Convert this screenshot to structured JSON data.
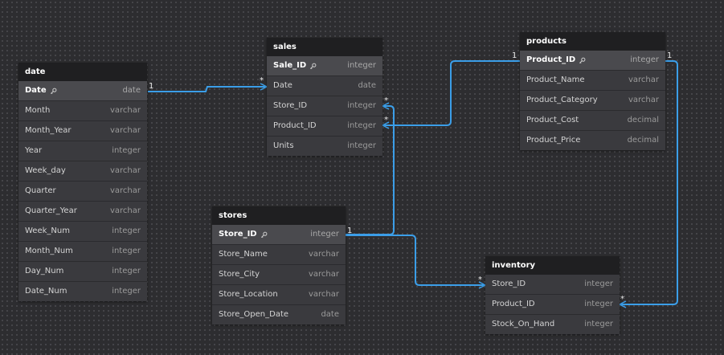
{
  "tables": {
    "date": {
      "title": "date",
      "rows": [
        {
          "name": "Date",
          "type": "date",
          "pk": true
        },
        {
          "name": "Month",
          "type": "varchar"
        },
        {
          "name": "Month_Year",
          "type": "varchar"
        },
        {
          "name": "Year",
          "type": "integer"
        },
        {
          "name": "Week_day",
          "type": "varchar"
        },
        {
          "name": "Quarter",
          "type": "varchar"
        },
        {
          "name": "Quarter_Year",
          "type": "varchar"
        },
        {
          "name": "Week_Num",
          "type": "integer"
        },
        {
          "name": "Month_Num",
          "type": "integer"
        },
        {
          "name": "Day_Num",
          "type": "integer"
        },
        {
          "name": "Date_Num",
          "type": "integer"
        }
      ]
    },
    "sales": {
      "title": "sales",
      "rows": [
        {
          "name": "Sale_ID",
          "type": "integer",
          "pk": true
        },
        {
          "name": "Date",
          "type": "date"
        },
        {
          "name": "Store_ID",
          "type": "integer"
        },
        {
          "name": "Product_ID",
          "type": "integer"
        },
        {
          "name": "Units",
          "type": "integer"
        }
      ]
    },
    "products": {
      "title": "products",
      "rows": [
        {
          "name": "Product_ID",
          "type": "integer",
          "pk": true
        },
        {
          "name": "Product_Name",
          "type": "varchar"
        },
        {
          "name": "Product_Category",
          "type": "varchar"
        },
        {
          "name": "Product_Cost",
          "type": "decimal"
        },
        {
          "name": "Product_Price",
          "type": "decimal"
        }
      ]
    },
    "stores": {
      "title": "stores",
      "rows": [
        {
          "name": "Store_ID",
          "type": "integer",
          "pk": true
        },
        {
          "name": "Store_Name",
          "type": "varchar"
        },
        {
          "name": "Store_City",
          "type": "varchar"
        },
        {
          "name": "Store_Location",
          "type": "varchar"
        },
        {
          "name": "Store_Open_Date",
          "type": "date"
        }
      ]
    },
    "inventory": {
      "title": "inventory",
      "rows": [
        {
          "name": "Store_ID",
          "type": "integer"
        },
        {
          "name": "Product_ID",
          "type": "integer"
        },
        {
          "name": "Stock_On_Hand",
          "type": "integer"
        }
      ]
    }
  },
  "relationships": [
    {
      "from": "date.Date",
      "from_card": "1",
      "to": "sales.Date",
      "to_card": "*"
    },
    {
      "from": "products.Product_ID",
      "from_card": "1",
      "to": "sales.Product_ID",
      "to_card": "*"
    },
    {
      "from": "stores.Store_ID",
      "from_card": "1",
      "to": "sales.Store_ID",
      "to_card": "*"
    },
    {
      "from": "stores.Store_ID",
      "from_card": "1",
      "to": "inventory.Store_ID",
      "to_card": "*"
    },
    {
      "from": "products.Product_ID",
      "from_card": "1",
      "to": "inventory.Product_ID",
      "to_card": "*"
    }
  ],
  "colors": {
    "line": "#3b9ee8",
    "header_bg": "#1f1f21",
    "pk_row_bg": "#4a4a4e",
    "row_bg": "#3a3a3e",
    "canvas_bg": "#2d2d30"
  }
}
